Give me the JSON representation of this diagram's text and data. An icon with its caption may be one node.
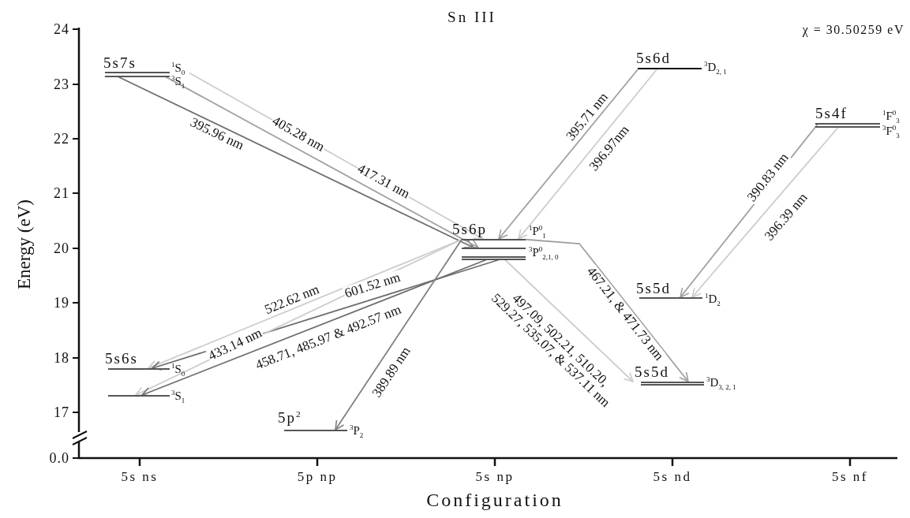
{
  "diagram": {
    "title": "Sn III",
    "nodes": [
      {
        "text": [
          "5s7s",
          "$^{1}$S$_{0}$"
        ]
      },
      {
        "text": [
          "$^{3}$S$_{1}$"
        ]
      },
      {
        "text": [
          "5s6d",
          "$^{3}$D$_{2, 1}$"
        ]
      },
      {
        "text": [
          "5s4f",
          "$^{1}$F$^{0}$$_{3}$"
        ]
      },
      {
        "text": [
          "$^{3}$F$^{0}$$_{3}$"
        ]
      },
      {
        "text": [
          "5s6p",
          "$^{1}$P$^{0}$$_{1}$"
        ]
      },
      {
        "text": [
          "$^{3}$P$^{0}$$_{2,1, 0}$"
        ]
      },
      {
        "text": [
          "5s5d",
          "$^{1}$D$_{2}$"
        ]
      },
      {
        "text": [
          "5s6s",
          "$^{1}$S$_{0}$"
        ]
      },
      {
        "text": [
          "$^{3}$S$_{1}$"
        ]
      },
      {
        "text": [
          "5s5d",
          "$^{3}$D$_{3, 2, 1}$"
        ]
      },
      {
        "text": [
          "5p$^{2}$",
          "$^{3}$P$_{2}$"
        ]
      }
    ],
    "edges": [
      {
        "from": 1,
        "to": 6,
        "arrow": "to",
        "label": "395.96 nm",
        "color": "#6e6e6e"
      },
      {
        "from": 0,
        "to": 5,
        "arrow": "to",
        "label": "405.28 nm"
      },
      {
        "from": 1,
        "to": 6,
        "arrow": "to",
        "label": "417.31 nm",
        "color": "#a0a0a0"
      },
      {
        "from": 2,
        "to": 5,
        "arrow": "to",
        "label": "395.71 nm",
        "color": "#a0a0a0"
      },
      {
        "from": 2,
        "to": 5,
        "arrow": "to",
        "label": "396.97nm"
      },
      {
        "from": 3,
        "to": 7,
        "arrow": "to",
        "label": "390.83 nm",
        "color": "#a0a0a0"
      },
      {
        "from": 4,
        "to": 7,
        "arrow": "to",
        "label": "396.39 nm"
      },
      {
        "from": 5,
        "to": 8,
        "arrow": "to",
        "label": "522.62 nm"
      },
      {
        "from": 6,
        "to": 8,
        "arrow": "to",
        "label": "601.52 nm",
        "color": "#6e6e6e"
      },
      {
        "from": 5,
        "to": 9,
        "arrow": "to",
        "label": "433.14 nm"
      },
      {
        "from": 6,
        "to": 9,
        "arrow": "to",
        "label": "458.71, 485.97 & 492.57 nm",
        "color": "#6e6e6e"
      },
      {
        "from": 5,
        "to": 11,
        "arrow": "to",
        "label": "389.89 nm",
        "color": "#808080"
      },
      {
        "from": 6,
        "to": 10,
        "arrow": "to",
        "label": "497.09, 502.21, 510.20, 529.27, 535.07, & 537.11 nm"
      },
      {
        "from": 5,
        "to": 10,
        "arrow": "to",
        "label": "467.21, & 471.73 nm",
        "color": "#a0a0a0"
      }
    ],
    "labels": [
      "24",
      "χ = 30.50259 eV",
      "23",
      "22",
      "21",
      "20",
      "19",
      "18",
      "17",
      "0.0",
      "Energy (eV)",
      "5s ns",
      "5p np",
      "5s np",
      "5s nd",
      "5s nf",
      "Configuration"
    ]
  }
}
